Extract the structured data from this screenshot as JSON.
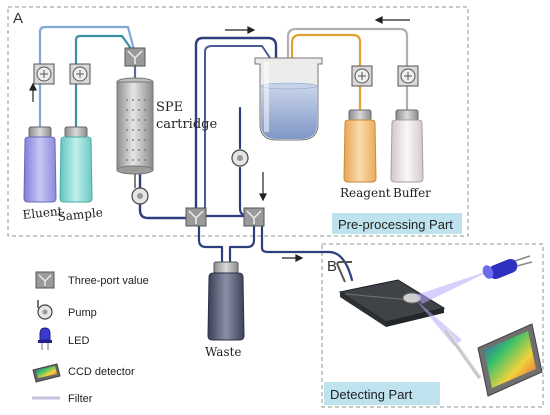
{
  "panels": {
    "a_letter": "A",
    "b_letter": "B",
    "preprocessing_label": "Pre-processing Part",
    "detecting_label": "Detecting Part"
  },
  "components": {
    "spe_line1": "SPE",
    "spe_line2": "cartridge",
    "eluent": "Eluent",
    "sample": "Sample",
    "reagent": "Reagent",
    "buffer": "Buffer",
    "waste": "Waste"
  },
  "legend": [
    {
      "icon": "three-port-valve-icon",
      "label": "Three-port value"
    },
    {
      "icon": "pump-icon",
      "label": "Pump"
    },
    {
      "icon": "led-icon",
      "label": "LED"
    },
    {
      "icon": "ccd-detector-icon",
      "label": "CCD detector"
    },
    {
      "icon": "filter-icon",
      "label": "Filter"
    }
  ],
  "colors": {
    "panel_label_bg": "#bfe3ee",
    "tube_navy": "#2d3f7c",
    "tube_teal": "#3a8fa6",
    "tube_orange": "#e0a030",
    "tube_gray": "#a9a9a9",
    "eluent_liquid": "#a8a6e6",
    "sample_liquid": "#8fd8d4",
    "reagent_liquid": "#f3c27a",
    "buffer_liquid": "#e9e3e6",
    "beaker_liquid": "#9fb3d8",
    "led_light": "#b9a8ff"
  }
}
